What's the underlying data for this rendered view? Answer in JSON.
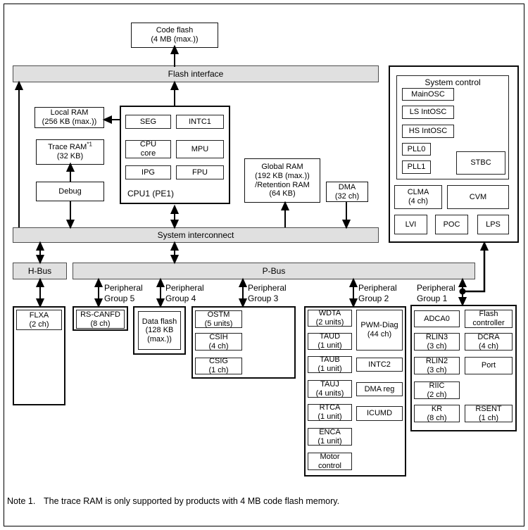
{
  "colors": {
    "bus_fill": "#e0e0e0",
    "bus_border": "#4d4d4d",
    "line_color": "#000000",
    "box_background": "#ffffff"
  },
  "blocks": {
    "code_flash": [
      "Code flash",
      "(4 MB (max.))"
    ],
    "flash_interface": "Flash interface",
    "local_ram": [
      "Local RAM",
      "(256 KB (max.))"
    ],
    "trace_ram": {
      "main": "Trace RAM",
      "sup": "*1",
      "size": "(32 KB)"
    },
    "debug": "Debug",
    "cpu1": {
      "seg": "SEG",
      "intc1": "INTC1",
      "cpu_core": [
        "CPU",
        "core"
      ],
      "mpu": "MPU",
      "ipg": "IPG",
      "fpu": "FPU",
      "label": "CPU1 (PE1)"
    },
    "global_ram": [
      "Global RAM",
      "(192 KB (max.))",
      "/Retention RAM",
      "(64 KB)"
    ],
    "dma": [
      "DMA",
      "(32 ch)"
    ],
    "system_control": {
      "title": "System control",
      "mainosc": "MainOSC",
      "ls_intosc": "LS IntOSC",
      "hs_intosc": "HS IntOSC",
      "pll0": "PLL0",
      "pll1": "PLL1",
      "stbc": "STBC",
      "clma": [
        "CLMA",
        "(4 ch)"
      ],
      "cvm": "CVM",
      "lvi": "LVI",
      "poc": "POC",
      "lps": "LPS"
    },
    "system_interconnect": "System interconnect",
    "h_bus": "H-Bus",
    "p_bus": "P-Bus",
    "flxa": [
      "FLXA",
      "(2 ch)"
    ],
    "rs_canfd": [
      "RS-CANFD",
      "(8 ch)"
    ],
    "data_flash": [
      "Data flash",
      "(128 KB",
      "(max.))"
    ],
    "pg3": {
      "ostm": [
        "OSTM",
        "(5 units)"
      ],
      "csih": [
        "CSIH",
        "(4 ch)"
      ],
      "csig": [
        "CSIG",
        "(1 ch)"
      ]
    },
    "pg2": {
      "wdta": [
        "WDTA",
        "(2 units)"
      ],
      "pwm_diag": [
        "PWM-Diag",
        "(44 ch)"
      ],
      "taud": [
        "TAUD",
        "(1 unit)"
      ],
      "taub": [
        "TAUB",
        "(1 unit)"
      ],
      "intc2": "INTC2",
      "tauj": [
        "TAUJ",
        "(4 units)"
      ],
      "dma_reg": "DMA reg",
      "rtca": [
        "RTCA",
        "(1 unit)"
      ],
      "icumd": "ICUMD",
      "enca": [
        "ENCA",
        "(1 unit)"
      ],
      "motor": [
        "Motor",
        "control"
      ]
    },
    "pg1": {
      "adca0": "ADCA0",
      "flash_controller": [
        "Flash",
        "controller"
      ],
      "rlin3": [
        "RLIN3",
        "(3 ch)"
      ],
      "dcra": [
        "DCRA",
        "(4 ch)"
      ],
      "rlin2": [
        "RLIN2",
        "(3 ch)"
      ],
      "port": "Port",
      "riic": [
        "RIIC",
        "(2 ch)"
      ],
      "kr": [
        "KR",
        "(8 ch)"
      ],
      "rsent": [
        "RSENT",
        "(1 ch)"
      ]
    }
  },
  "group_labels": {
    "g5": [
      "Peripheral",
      "Group 5"
    ],
    "g4": [
      "Peripheral",
      "Group 4"
    ],
    "g3": [
      "Peripheral",
      "Group 3"
    ],
    "g2": [
      "Peripheral",
      "Group 2"
    ],
    "g1": [
      "Peripheral",
      "Group 1"
    ]
  },
  "note": {
    "label": "Note 1.",
    "text": "The trace RAM is only supported by products with 4 MB code flash memory."
  }
}
